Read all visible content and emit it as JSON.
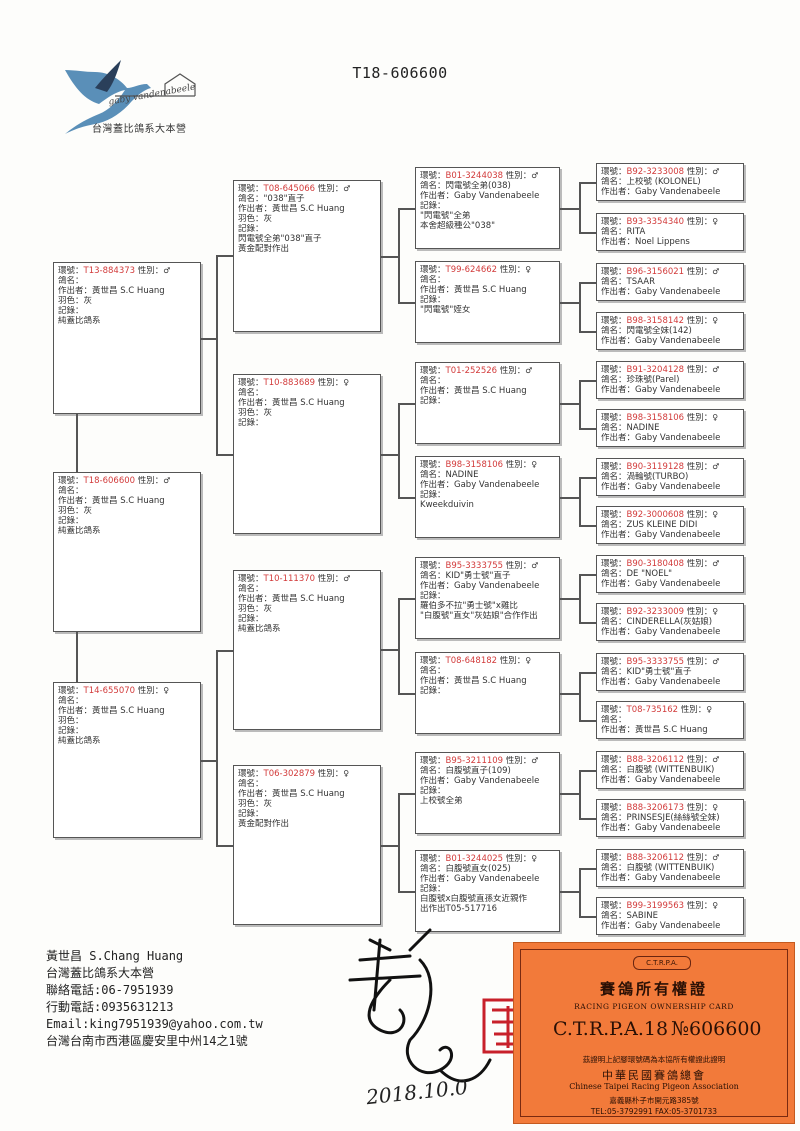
{
  "title": "T18-606600",
  "logo": {
    "script": "gaby vandenabeele",
    "name": "台灣蓋比鴿系大本營"
  },
  "labels": {
    "ring": "環號：",
    "sex": "性別：",
    "name": "鴿名：",
    "breeder": "作出者：",
    "color": "羽色：",
    "notes": "記錄："
  },
  "birds": [
    {
      "id": "subject",
      "ring": "T18-606600",
      "sex": "♂",
      "name": "",
      "breeder": "黃世昌 S.C Huang",
      "color": "灰",
      "notes": [
        "純蓋比鴿系"
      ]
    },
    {
      "id": "sire",
      "ring": "T13-884373",
      "sex": "♂",
      "name": "",
      "breeder": "黃世昌 S.C Huang",
      "color": "灰",
      "notes": [
        "純蓋比鴿系"
      ]
    },
    {
      "id": "dam",
      "ring": "T14-655070",
      "sex": "♀",
      "name": "",
      "breeder": "黃世昌 S.C Huang",
      "color": "",
      "notes": [
        "純蓋比鴿系"
      ]
    },
    {
      "id": "ss",
      "ring": "T08-645066",
      "sex": "♂",
      "name": "\"038\"直子",
      "breeder": "黃世昌 S.C Huang",
      "color": "灰",
      "notes": [
        "閃電號全弟\"038\"直子",
        "黃金配對作出"
      ]
    },
    {
      "id": "sd",
      "ring": "T10-883689",
      "sex": "♀",
      "name": "",
      "breeder": "黃世昌 S.C Huang",
      "color": "灰",
      "notes": []
    },
    {
      "id": "ds",
      "ring": "T10-111370",
      "sex": "♂",
      "name": "",
      "breeder": "黃世昌 S.C Huang",
      "color": "灰",
      "notes": [
        "純蓋比鴿系"
      ]
    },
    {
      "id": "dd",
      "ring": "T06-302879",
      "sex": "♀",
      "name": "",
      "breeder": "黃世昌 S.C Huang",
      "color": "灰",
      "notes": [
        "黃金配對作出"
      ]
    },
    {
      "id": "sss",
      "ring": "B01-3244038",
      "sex": "♂",
      "name": "閃電號全弟(038)",
      "breeder": "Gaby Vandenabeele",
      "notes": [
        "\"閃電號\"全弟",
        "本舍超級種公\"038\""
      ]
    },
    {
      "id": "ssd",
      "ring": "T99-624662",
      "sex": "♀",
      "name": "",
      "breeder": "黃世昌 S.C Huang",
      "notes": [
        "\"閃電號\"姪女"
      ]
    },
    {
      "id": "sds",
      "ring": "T01-252526",
      "sex": "♂",
      "name": "",
      "breeder": "黃世昌 S.C Huang",
      "notes": []
    },
    {
      "id": "sdd",
      "ring": "B98-3158106",
      "sex": "♀",
      "name": "NADINE",
      "breeder": "Gaby Vandenabeele",
      "notes": [
        "Kweekduivin"
      ]
    },
    {
      "id": "dss",
      "ring": "B95-3333755",
      "sex": "♂",
      "name": "KID\"勇士號\"直子",
      "breeder": "Gaby Vandenabeele",
      "notes": [
        "羅伯多不拉\"勇士號\"x雞比",
        "\"白腹號\"直女\"灰姑娘\"合作作出"
      ]
    },
    {
      "id": "dsd",
      "ring": "T08-648182",
      "sex": "♀",
      "name": "",
      "breeder": "黃世昌 S.C Huang",
      "notes": []
    },
    {
      "id": "dds",
      "ring": "B95-3211109",
      "sex": "♂",
      "name": "白腹號直子(109)",
      "breeder": "Gaby Vandenabeele",
      "notes": [
        "上校號全弟"
      ]
    },
    {
      "id": "ddd",
      "ring": "B01-3244025",
      "sex": "♀",
      "name": "白腹號直女(025)",
      "breeder": "Gaby Vandenabeele",
      "notes": [
        "白腹號x白腹號直孫女近親作",
        "出作出T05-517716"
      ]
    },
    {
      "id": "g1",
      "ring": "B92-3233008",
      "sex": "♂",
      "name": "上校號 (KOLONEL)",
      "breeder": "Gaby Vandenabeele"
    },
    {
      "id": "g2",
      "ring": "B93-3354340",
      "sex": "♀",
      "name": "RITA",
      "breeder": "Noel Lippens"
    },
    {
      "id": "g3",
      "ring": "B96-3156021",
      "sex": "♂",
      "name": "TSAAR",
      "breeder": "Gaby Vandenabeele"
    },
    {
      "id": "g4",
      "ring": "B98-3158142",
      "sex": "♀",
      "name": "閃電號全妹(142)",
      "breeder": "Gaby Vandenabeele"
    },
    {
      "id": "g5",
      "ring": "B91-3204128",
      "sex": "♂",
      "name": "珍珠號(Parel)",
      "breeder": "Gaby Vandenabeele"
    },
    {
      "id": "g6",
      "ring": "B98-3158106",
      "sex": "♀",
      "name": "NADINE",
      "breeder": "Gaby Vandenabeele"
    },
    {
      "id": "g7",
      "ring": "B90-3119128",
      "sex": "♂",
      "name": "渦輪號(TURBO)",
      "breeder": "Gaby Vandenabeele"
    },
    {
      "id": "g8",
      "ring": "B92-3000608",
      "sex": "♀",
      "name": "ZUS KLEINE DIDI",
      "breeder": "Gaby Vandenabeele"
    },
    {
      "id": "g9",
      "ring": "B90-3180408",
      "sex": "♂",
      "name": "DE \"NOEL\"",
      "breeder": "Gaby Vandenabeele"
    },
    {
      "id": "g10",
      "ring": "B92-3233009",
      "sex": "♀",
      "name": "CINDERELLA(灰姑娘)",
      "breeder": "Gaby Vandenabeele"
    },
    {
      "id": "g11",
      "ring": "B95-3333755",
      "sex": "♂",
      "name": "KID\"勇士號\"直子",
      "breeder": "Gaby Vandenabeele"
    },
    {
      "id": "g12",
      "ring": "T08-735162",
      "sex": "♀",
      "name": "",
      "breeder": "黃世昌 S.C Huang"
    },
    {
      "id": "g13",
      "ring": "B88-3206112",
      "sex": "♂",
      "name": "白腹號 (WITTENBUIK)",
      "breeder": "Gaby Vandenabeele"
    },
    {
      "id": "g14",
      "ring": "B88-3206173",
      "sex": "♀",
      "name": "PRINSESJE(絲絲號全妹)",
      "breeder": "Gaby Vandenabeele"
    },
    {
      "id": "g15",
      "ring": "B88-3206112",
      "sex": "♂",
      "name": "白腹號 (WITTENBUIK)",
      "breeder": "Gaby Vandenabeele"
    },
    {
      "id": "g16",
      "ring": "B99-3199563",
      "sex": "♀",
      "name": "SABINE",
      "breeder": "Gaby Vandenabeele"
    }
  ],
  "footer": {
    "owner": "黃世昌 S.Chang Huang",
    "loft": "台灣蓋比鴿系大本營",
    "phone": "聯絡電話:06-7951939",
    "mobile": "行動電話:0935631213",
    "email": "Email:king7951939@yahoo.com.tw",
    "address": "台灣台南市西港區慶安里中州14之1號"
  },
  "signature_date": "2018.10.0",
  "stamp_text": "黃世昌",
  "certificate": {
    "badge": "C.T.R.P.A.",
    "title_cn": "賽鴿所有權證",
    "title_en": "RACING PIGEON OWNERSHIP CARD",
    "registration": "C.T.R.P.A.18",
    "number": "№606600",
    "note": "茲證明上記腳環號碼為本協所有權證此證明",
    "org_cn": "中華民國賽鴿總會",
    "org_en": "Chinese Taipei Racing Pigeon Association",
    "address": "嘉義縣朴子市開元路385號",
    "tel": "TEL:05-3792991  FAX:05-3701733"
  },
  "colors": {
    "ring": "#d23a3a",
    "card_border": "#555555",
    "cert_bg": "#f27a3a"
  }
}
